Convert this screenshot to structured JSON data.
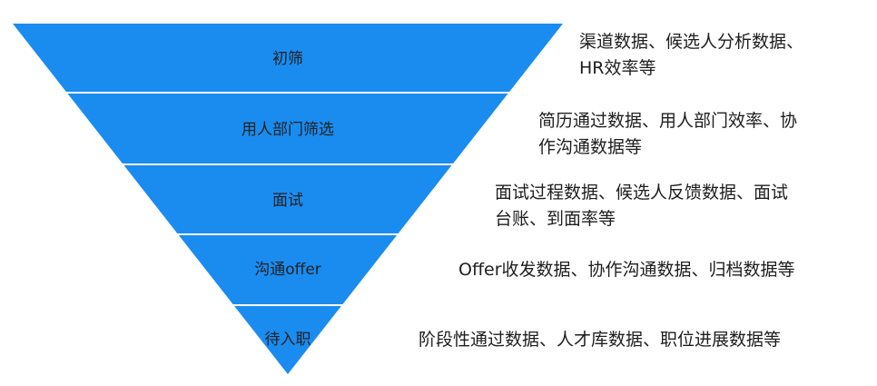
{
  "colors": {
    "funnel_fill": "#1a8cf0",
    "divider": "#ffffff",
    "label_text": "#222222",
    "description_text": "#1e1e1e"
  },
  "stages": [
    {
      "label": "初筛",
      "description": [
        "渠道数据、候选人分析数据、",
        "HR效率等"
      ]
    },
    {
      "label": "用人部门筛选",
      "description": [
        "简历通过数据、用人部门效率、协",
        "作沟通数据等"
      ]
    },
    {
      "label": "面试",
      "description": [
        "面试过程数据、候选人反馈数据、面试",
        "台账、到面率等"
      ]
    },
    {
      "label": "沟通offer",
      "description": [
        "Offer收发数据、协作沟通数据、归档数据等"
      ]
    },
    {
      "label": "待入职",
      "description": [
        "阶段性通过数据、人才库数据、职位进展数据等"
      ]
    }
  ]
}
